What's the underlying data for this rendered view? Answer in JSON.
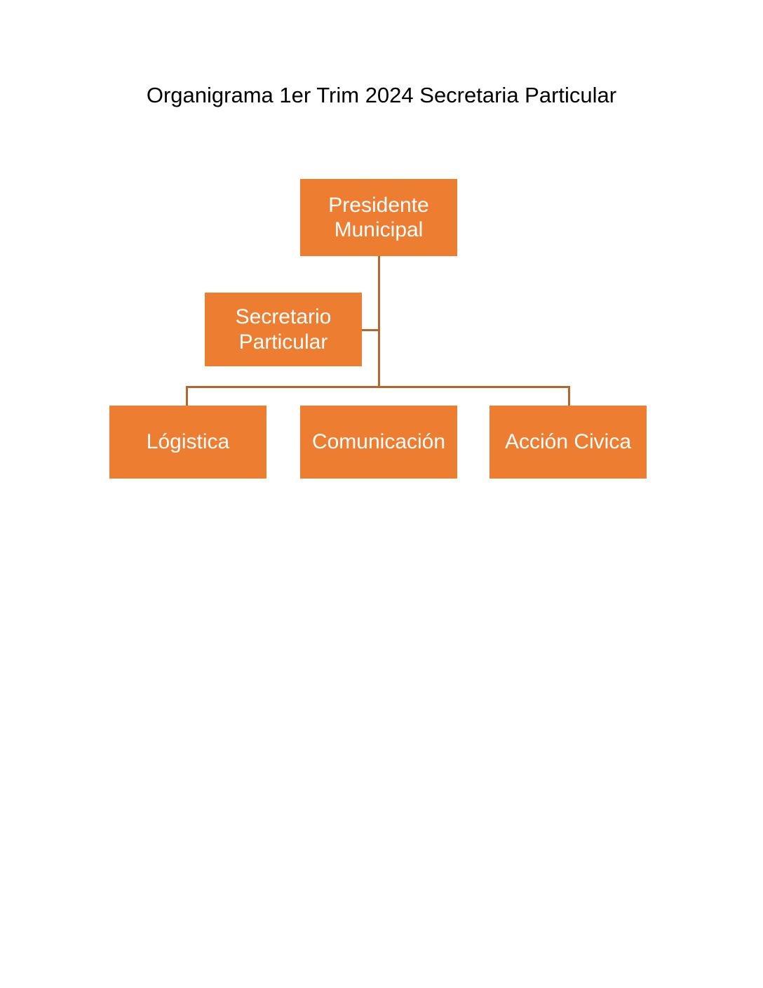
{
  "document": {
    "background_color": "#FFFFFF",
    "title": "Organigrama 1er Trim 2024 Secretaria Particular",
    "title_color": "#000000"
  },
  "theme": {
    "box_fill": "#ED7D31",
    "box_text_color": "#FFFFFF",
    "connector_color": "#B4662E"
  },
  "chart_data": {
    "type": "diagram",
    "diagram_type": "org-chart",
    "title": "Organigrama 1er Trim 2024 Secretaria Particular",
    "nodes": [
      {
        "id": "presidente",
        "label": "Presidente\nMunicipal",
        "label_line_1": "Presidente",
        "label_line_2": "Municipal",
        "level": 0,
        "parent": null
      },
      {
        "id": "secretario",
        "label": "Secretario\nParticular",
        "label_line_1": "Secretario",
        "label_line_2": "Particular",
        "level": 1,
        "parent": "presidente"
      },
      {
        "id": "logistica",
        "label": "Lógistica",
        "level": 2,
        "parent": "presidente"
      },
      {
        "id": "comunicacion",
        "label": "Comunicación",
        "level": 2,
        "parent": "presidente"
      },
      {
        "id": "accion-civica",
        "label": "Acción Civica",
        "level": 2,
        "parent": "presidente"
      }
    ],
    "edges": [
      {
        "from": "presidente",
        "to": "secretario"
      },
      {
        "from": "presidente",
        "to": "logistica"
      },
      {
        "from": "presidente",
        "to": "comunicacion"
      },
      {
        "from": "presidente",
        "to": "accion-civica"
      }
    ]
  },
  "nodes": {
    "presidente": {
      "label": "Presidente\nMunicipal"
    },
    "secretario": {
      "label": "Secretario\nParticular"
    },
    "logistica": {
      "label": "Lógistica"
    },
    "comunicacion": {
      "label": "Comunicación"
    },
    "accion_civica": {
      "label": "Acción Civica"
    }
  }
}
